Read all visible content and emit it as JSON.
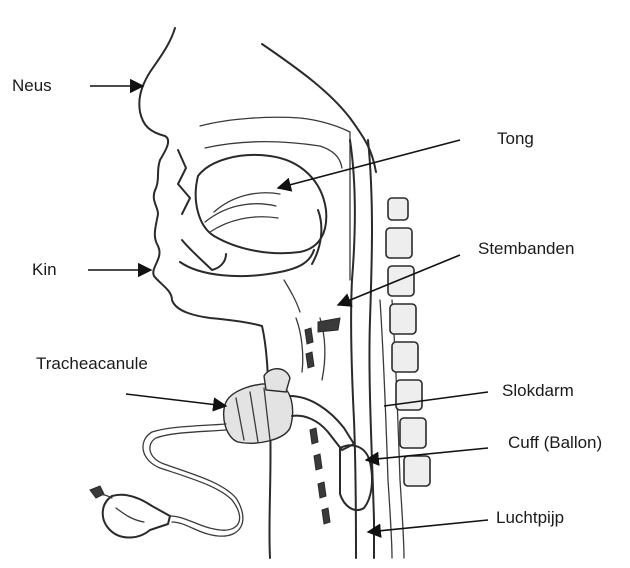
{
  "labels": {
    "neus": "Neus",
    "tong": "Tong",
    "kin": "Kin",
    "stembanden": "Stembanden",
    "tracheacanule": "Tracheacanule",
    "slokdarm": "Slokdarm",
    "cuff": "Cuff (Ballon)",
    "luchtpijp": "Luchtpijp"
  }
}
